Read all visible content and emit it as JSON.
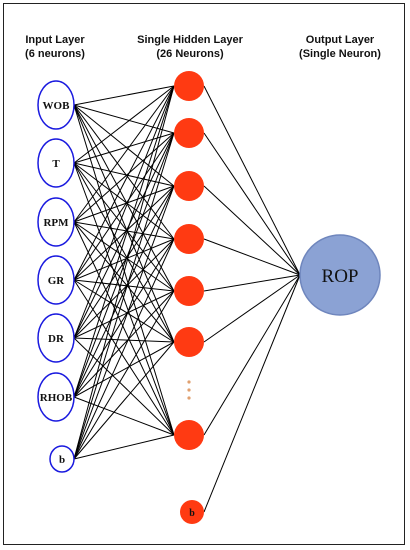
{
  "headers": {
    "input_line1": "Input Layer",
    "input_line2": "(6 neurons)",
    "hidden_line1": "Single Hidden Layer",
    "hidden_line2": "(26 Neurons)",
    "output_line1": "Output Layer",
    "output_line2": "(Single Neuron)"
  },
  "input_nodes": [
    "WOB",
    "T",
    "RPM",
    "GR",
    "DR",
    "RHOB",
    "b"
  ],
  "hidden_bias_label": "b",
  "output_label": "ROP",
  "colors": {
    "input_stroke": "#1a1adf",
    "hidden_fill": "#ff3a12",
    "output_fill": "#8ba2d4",
    "output_stroke": "#6f86bd",
    "ellipsis_dots": "#e0a070",
    "edge": "#000000"
  }
}
